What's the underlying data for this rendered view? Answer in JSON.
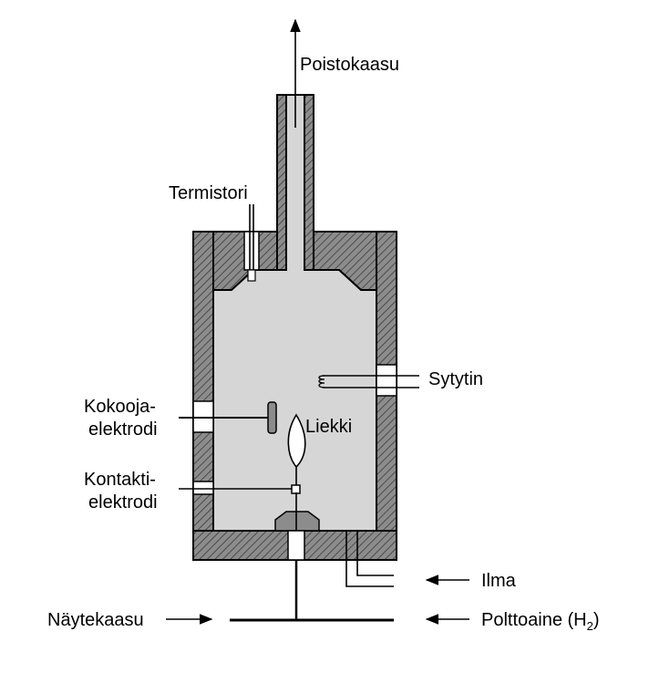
{
  "labels": {
    "exhaust": "Poistokaasu",
    "thermistor": "Termistori",
    "igniter": "Sytytin",
    "collector_line1": "Kokooja-",
    "collector_line2": "elektrodi",
    "flame": "Liekki",
    "contact_line1": "Kontakti-",
    "contact_line2": "elektrodi",
    "air": "Ilma",
    "sample_gas": "Näytekaasu",
    "fuel": "Polttoaine (H",
    "fuel_subscript": "2",
    "fuel_close": ")"
  },
  "colors": {
    "wall": "#8c8c8c",
    "interior": "#d6d6d6",
    "line": "#000000",
    "background": "#ffffff"
  }
}
